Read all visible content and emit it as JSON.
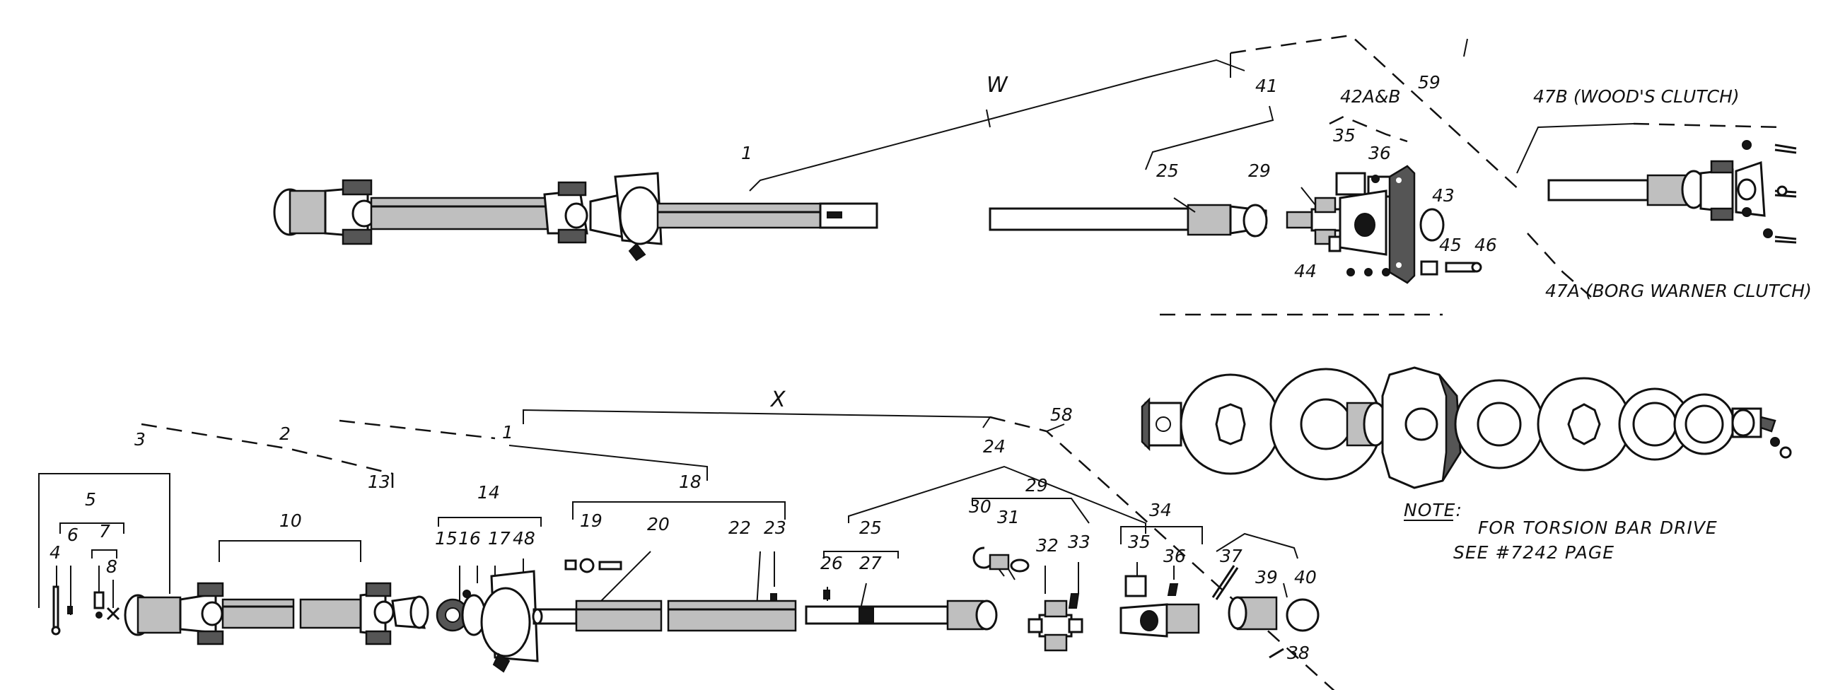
{
  "assembly_labels": {
    "W": "W",
    "X": "X",
    "n59": "59",
    "n58": "58",
    "n41": "41",
    "n42": "42A&B",
    "n47B": "47B (WOOD'S CLUTCH)",
    "n47A": "47A (BORG WARNER CLUTCH)",
    "n1_top": "1",
    "n25_top": "25",
    "n29_top": "29",
    "n35_top": "35",
    "n36_top": "36",
    "n43": "43",
    "n44": "44",
    "n45": "45",
    "n46": "46"
  },
  "bottom_labels": {
    "n3": "3",
    "n2": "2",
    "n13": "13",
    "n1": "1",
    "n18": "18",
    "n24": "24",
    "n5": "5",
    "n4": "4",
    "n6": "6",
    "n7": "7",
    "n8": "8",
    "n10": "10",
    "n14": "14",
    "n15": "15",
    "n16": "16",
    "n17": "17",
    "n48": "48",
    "n19": "19",
    "n20": "20",
    "n22": "22",
    "n23": "23",
    "n25": "25",
    "n26": "26",
    "n27": "27",
    "n29": "29",
    "n30": "30",
    "n31": "31",
    "n32": "32",
    "n33": "33",
    "n34": "34",
    "n35": "35",
    "n36": "36",
    "n37": "37",
    "n39": "39",
    "n40": "40",
    "n38": "38"
  },
  "note": {
    "heading": "NOTE:",
    "line1": "FOR TORSION BAR DRIVE",
    "line2": "SEE #7242 PAGE"
  }
}
